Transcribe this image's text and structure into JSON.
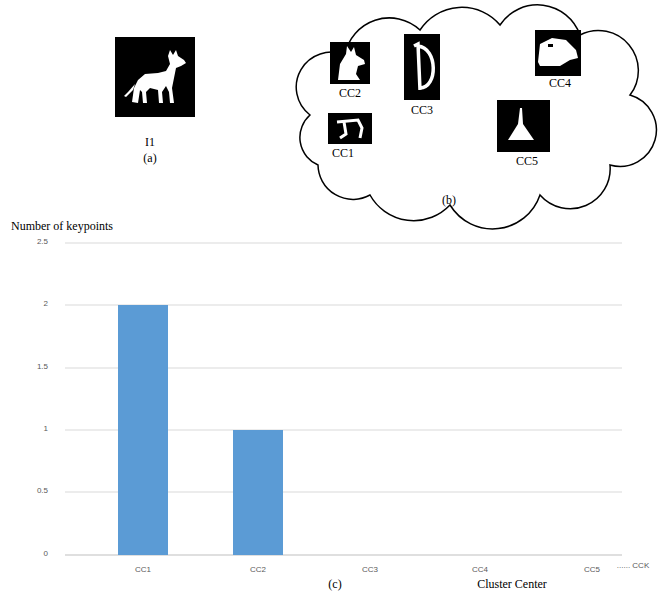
{
  "diagram": {
    "labels": [
      "I1",
      "(a)",
      "CC2",
      "CC3",
      "CC4",
      "CC1",
      "CC5",
      "(b)",
      "Number of keypoints",
      "2.5",
      "2",
      "1.5",
      "1",
      "0.5",
      "0",
      "CC1",
      "CC2",
      "CC3",
      "CC4",
      "CC5",
      "...... CCK",
      "(c)",
      "Cluster Center"
    ]
  }
}
